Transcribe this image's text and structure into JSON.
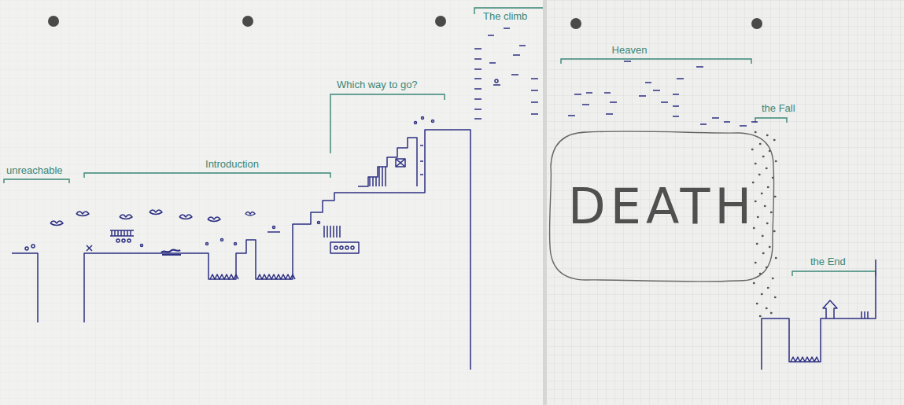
{
  "diagram": {
    "nodes": [
      {
        "text": [
          "DEATH"
        ]
      }
    ],
    "labels": [
      "unreachable",
      "Introduction",
      "Which way to go?",
      "The climb",
      "Heaven",
      "the Fall",
      "the End"
    ]
  }
}
